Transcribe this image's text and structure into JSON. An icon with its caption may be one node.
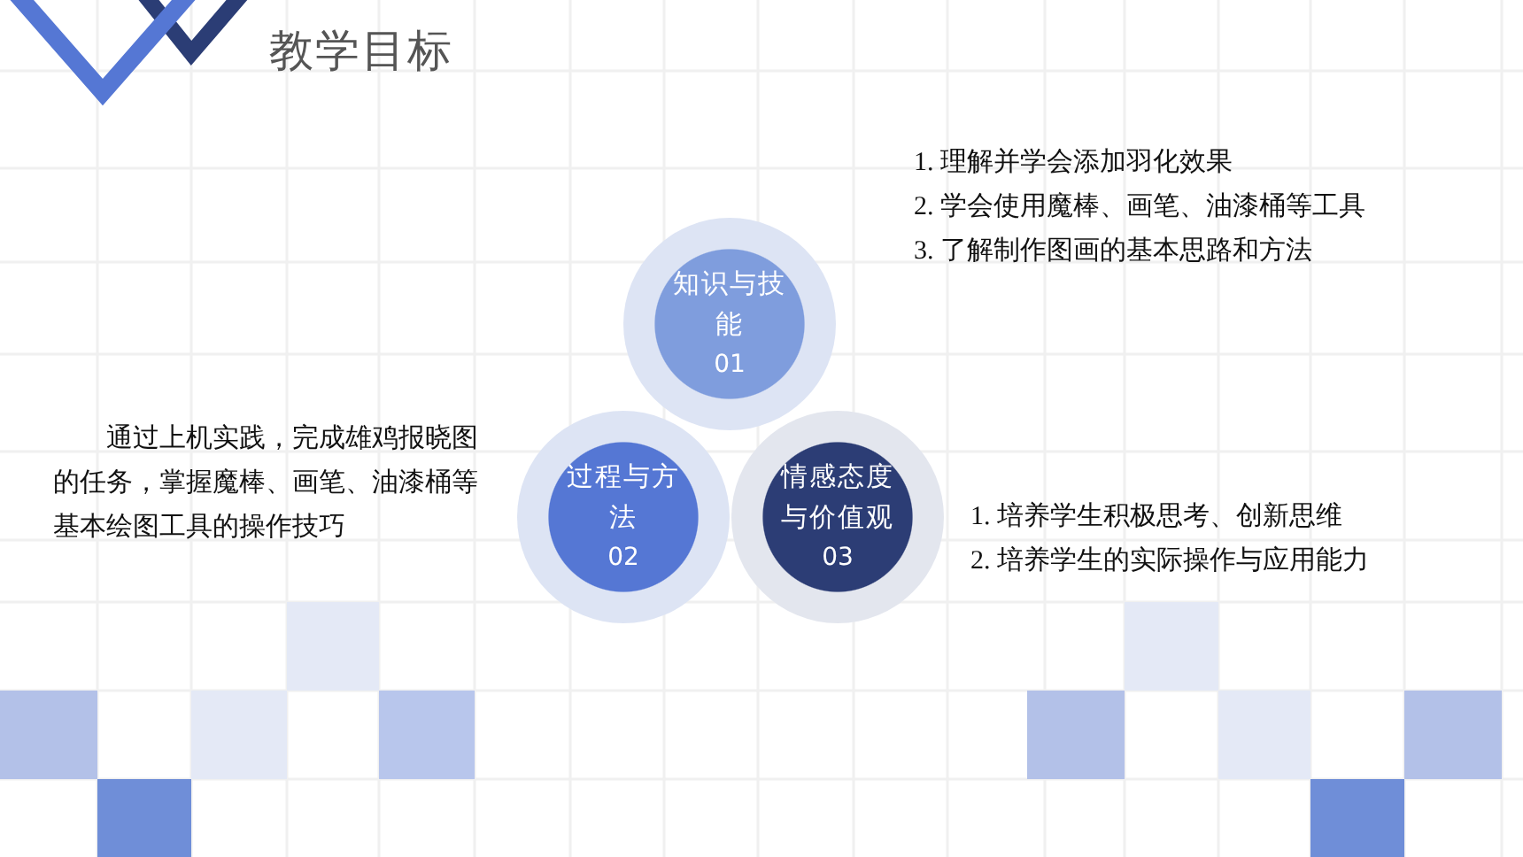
{
  "diagram": {
    "title": "教学目标",
    "nodes": [
      {
        "text": [
          "知识与技能",
          "01"
        ],
        "beside": [
          "1. 理解并学会添加羽化效果",
          "2. 学会使用魔棒、画笔、油漆桶等工具",
          "3. 了解制作图画的基本思路和方法"
        ]
      },
      {
        "text": [
          "过程与方法",
          "02"
        ],
        "beside": [
          "通过上机实践，完成雄鸡报晓图的任务，掌握魔棒、画笔、油漆桶等基本绘图工具的操作技巧"
        ]
      },
      {
        "text": [
          "情感态度与价值观",
          "03"
        ],
        "beside": [
          "1. 培养学生积极思考、创新思维",
          "2. 培养学生的实际操作与应用能力"
        ]
      }
    ]
  }
}
